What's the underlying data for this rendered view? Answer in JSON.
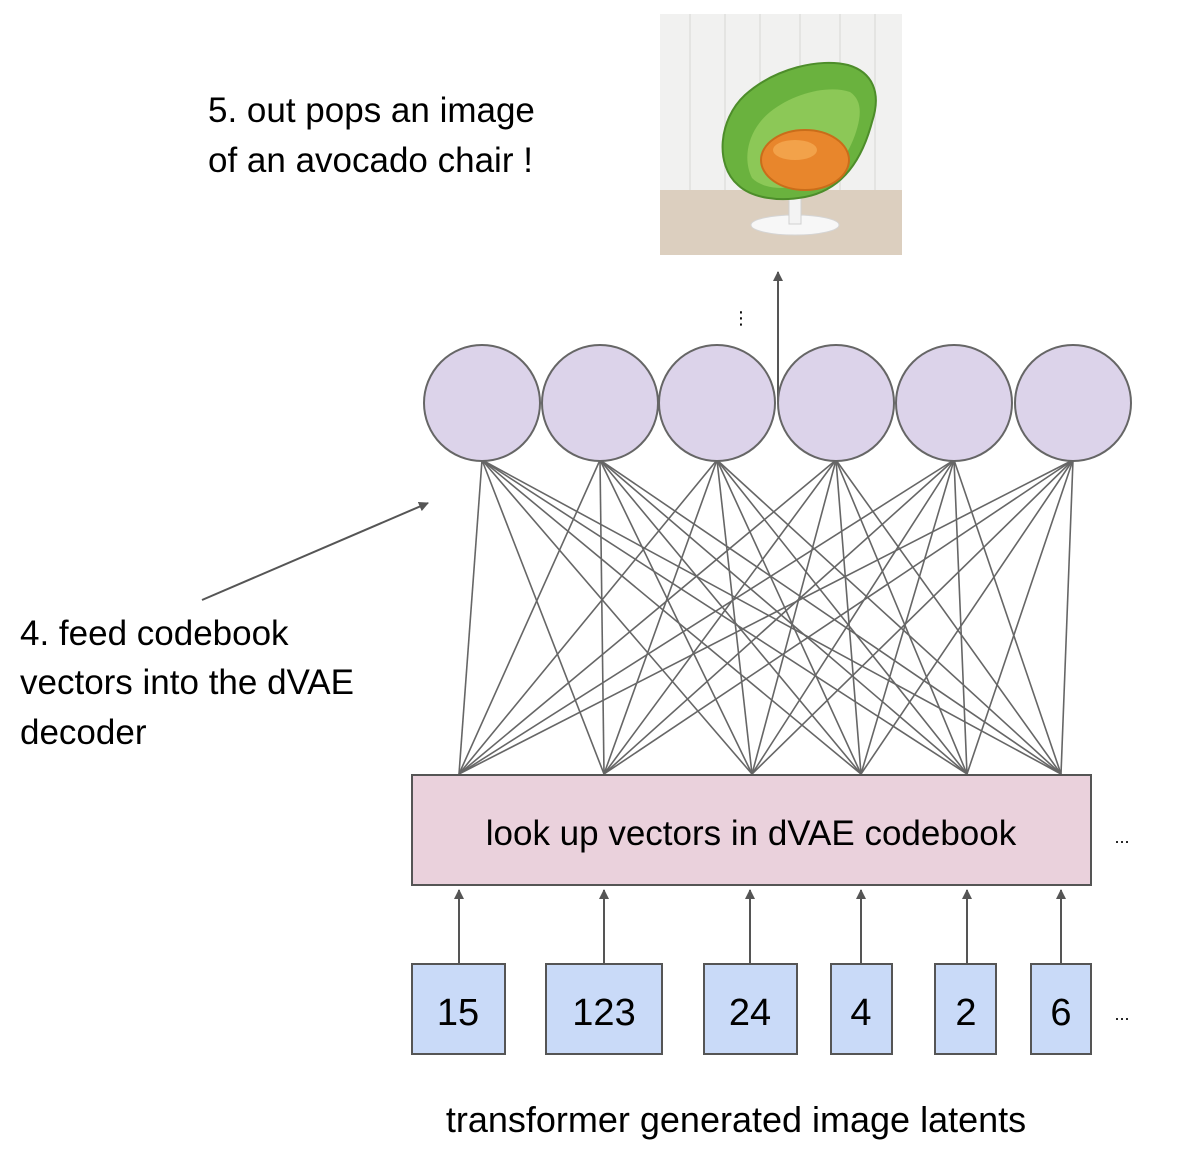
{
  "step5": {
    "line1": "5. out pops an image",
    "line2": "of an avocado chair !"
  },
  "step4": {
    "line1": "4. feed codebook",
    "line2": "vectors into the dVAE",
    "line3": "decoder"
  },
  "decoder": {
    "node_count": 6,
    "node_fill": "#dcd3ea",
    "node_stroke": "#666666"
  },
  "codebook": {
    "label": "look up vectors in dVAE codebook",
    "fill": "#ead1dc",
    "stroke": "#555555"
  },
  "latents": {
    "values": [
      "15",
      "123",
      "24",
      "4",
      "2",
      "6"
    ],
    "fill": "#c9daf8",
    "stroke": "#555555",
    "caption": "transformer generated image latents"
  },
  "ellipses": {
    "codebook": "...",
    "latents": "...",
    "above_nodes": "⋮"
  },
  "output_image": {
    "depicts": "avocado-chair-photo"
  },
  "colors": {
    "line": "#666666",
    "arrow": "#555555"
  }
}
